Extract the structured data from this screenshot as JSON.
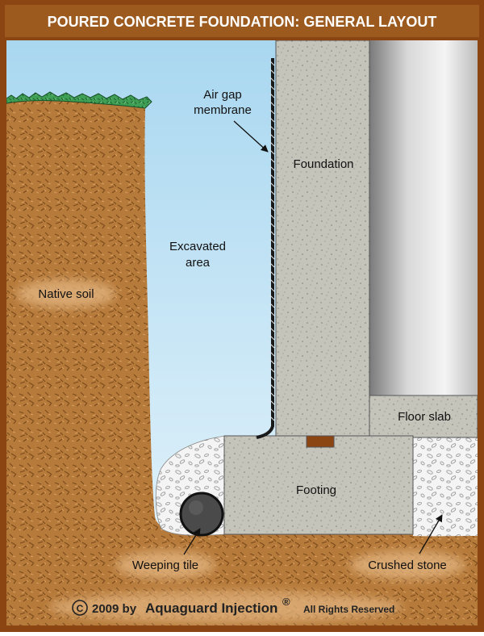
{
  "title": "POURED CONCRETE FOUNDATION: GENERAL LAYOUT",
  "labels": {
    "air_gap_line1": "Air gap",
    "air_gap_line2": "membrane",
    "foundation": "Foundation",
    "excavated_line1": "Excavated",
    "excavated_line2": "area",
    "native_soil": "Native soil",
    "floor_slab": "Floor slab",
    "footing": "Footing",
    "weeping_tile": "Weeping tile",
    "crushed_stone": "Crushed stone"
  },
  "copyright": {
    "symbol": "C",
    "year_by": "2009 by",
    "brand": "Aquaguard Injection",
    "registered": "®",
    "rights": "All Rights Reserved"
  },
  "colors": {
    "frame": "#8b4513",
    "title_bar": "#9c5a1e",
    "sky": "#bfe3f5",
    "soil": "#b67a3a",
    "concrete": "#c4c4ba",
    "stone": "#f2f2f2",
    "grass": "#3f9f55",
    "pipe": "#4a4a4a"
  }
}
